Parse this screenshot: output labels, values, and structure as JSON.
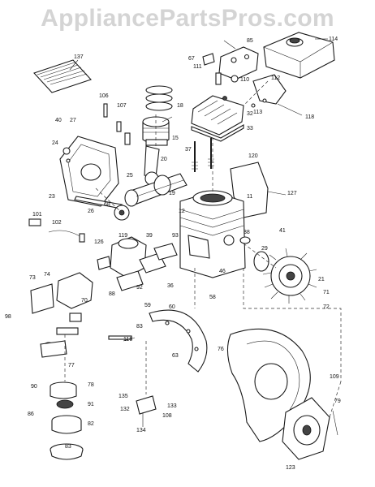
{
  "watermark": "AppliancePartsPros.com",
  "colors": {
    "ink": "#1a1a1a",
    "paper": "#ffffff",
    "watermark": "#d4d4d4"
  },
  "callouts": {
    "c137": "137",
    "c114": "114",
    "c85": "85",
    "c111": "111",
    "c67": "67",
    "c110": "110",
    "c118": "118",
    "c112": "112",
    "c113": "113",
    "c18": "18",
    "c32": "32",
    "c33": "33",
    "c15": "15",
    "c106": "106",
    "c107": "107",
    "c40": "40",
    "c27": "27",
    "c24": "24",
    "c23": "23",
    "c26": "26",
    "c19": "19",
    "c25": "25",
    "c120": "120",
    "c127": "127",
    "c20": "20",
    "c37": "37",
    "c12": "12",
    "c11": "11",
    "c101": "101",
    "c102": "102",
    "c68": "68",
    "c126": "126",
    "c39": "39",
    "c93": "93",
    "c92": "92",
    "c119": "119",
    "c88": "88",
    "c36": "36",
    "c58": "58",
    "c21": "21",
    "c73": "73",
    "c74": "74",
    "c116": "116",
    "c76": "76",
    "c70": "70",
    "c71": "71",
    "c72": "72",
    "c77": "77",
    "c78": "78",
    "c90": "90",
    "c91": "91",
    "c82": "82",
    "c83": "83",
    "c59": "59",
    "c60": "60",
    "c63": "63",
    "c135": "135",
    "c132": "132",
    "c134": "134",
    "c133": "133",
    "c108": "108",
    "c109": "109",
    "c123": "123",
    "c79": "79",
    "c86": "86",
    "c98": "98",
    "c38": "38",
    "c41": "41",
    "c46": "46",
    "c29": "29"
  }
}
